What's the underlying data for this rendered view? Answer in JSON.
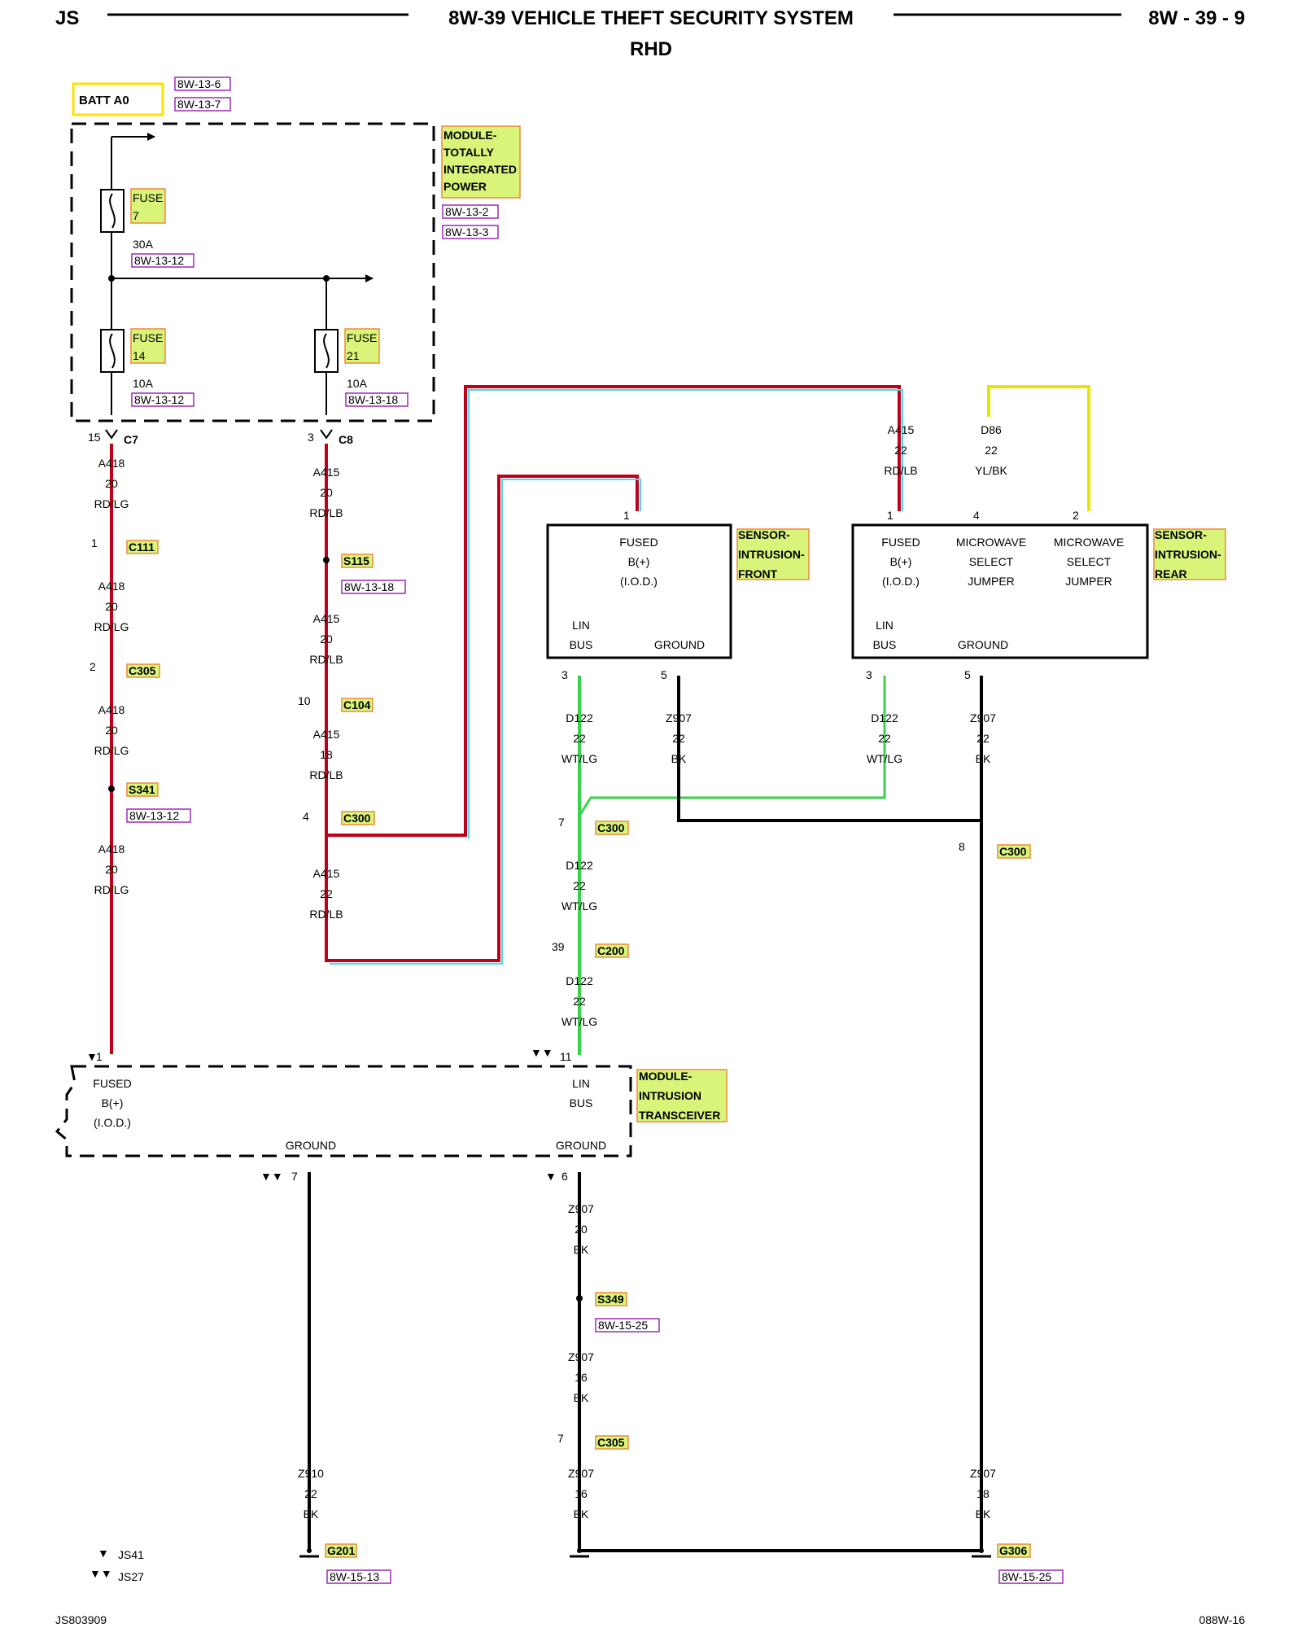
{
  "header": {
    "left": "JS",
    "title": "8W-39 VEHICLE THEFT SECURITY SYSTEM",
    "subtitle": "RHD",
    "right": "8W - 39 - 9"
  },
  "footer": {
    "left": "JS803909",
    "right": "088W-16"
  },
  "legend": [
    {
      "symbol": "▼",
      "text": "JS41"
    },
    {
      "symbol": "▼▼",
      "text": "JS27"
    }
  ],
  "power": {
    "batt": "BATT A0",
    "batt_refs": [
      "8W-13-6",
      "8W-13-7"
    ],
    "tipm_label": [
      "MODULE-",
      "TOTALLY",
      "INTEGRATED",
      "POWER"
    ],
    "tipm_refs": [
      "8W-13-2",
      "8W-13-3"
    ],
    "fuse7": {
      "name": [
        "FUSE",
        "7"
      ],
      "rating": "30A",
      "ref": "8W-13-12"
    },
    "fuse14": {
      "name": [
        "FUSE",
        "14"
      ],
      "rating": "10A",
      "ref": "8W-13-12"
    },
    "fuse21": {
      "name": [
        "FUSE",
        "21"
      ],
      "rating": "10A",
      "ref": "8W-13-18"
    }
  },
  "connectors": {
    "c7": {
      "name": "C7",
      "pin": "15"
    },
    "c8": {
      "name": "C8",
      "pin": "3"
    },
    "c111": {
      "name": "C111",
      "pin": "1"
    },
    "c305a": {
      "name": "C305",
      "pin": "2"
    },
    "s341": {
      "name": "S341",
      "ref": "8W-13-12"
    },
    "s115": {
      "name": "S115",
      "ref": "8W-13-18"
    },
    "c104": {
      "name": "C104",
      "pin": "10"
    },
    "c300a": {
      "name": "C300",
      "pin": "4"
    },
    "c300b": {
      "name": "C300",
      "pin": "7"
    },
    "c300c": {
      "name": "C300",
      "pin": "8"
    },
    "c200": {
      "name": "C200",
      "pin": "39"
    },
    "s349": {
      "name": "S349",
      "ref": "8W-15-25"
    },
    "c305b": {
      "name": "C305",
      "pin": "7"
    }
  },
  "wires": {
    "a418_1": [
      "A418",
      "20",
      "RD/LG"
    ],
    "a418_2": [
      "A418",
      "20",
      "RD/LG"
    ],
    "a418_3": [
      "A418",
      "20",
      "RD/LG"
    ],
    "a418_4": [
      "A418",
      "20",
      "RD/LG"
    ],
    "a415_1": [
      "A415",
      "20",
      "RD/LB"
    ],
    "a415_2": [
      "A415",
      "20",
      "RD/LB"
    ],
    "a415_3": [
      "A415",
      "18",
      "RD/LB"
    ],
    "a415_4": [
      "A415",
      "22",
      "RD/LB"
    ],
    "a415_rear": [
      "A415",
      "22",
      "RD/LB"
    ],
    "d86": [
      "D86",
      "22",
      "YL/BK"
    ],
    "d122_front": [
      "D122",
      "22",
      "WT/LG"
    ],
    "z907_front": [
      "Z907",
      "22",
      "BK"
    ],
    "d122_rear": [
      "D122",
      "22",
      "WT/LG"
    ],
    "z907_rear": [
      "Z907",
      "22",
      "BK"
    ],
    "d122_b": [
      "D122",
      "22",
      "WT/LG"
    ],
    "d122_c": [
      "D122",
      "22",
      "WT/LG"
    ],
    "z907_a": [
      "Z907",
      "20",
      "BK"
    ],
    "z907_b": [
      "Z907",
      "16",
      "BK"
    ],
    "z907_c": [
      "Z907",
      "16",
      "BK"
    ],
    "z910": [
      "Z910",
      "22",
      "BK"
    ],
    "z907_d": [
      "Z907",
      "18",
      "BK"
    ]
  },
  "sensor_front": {
    "label": [
      "SENSOR-",
      "INTRUSION-",
      "FRONT"
    ],
    "fused": [
      "FUSED",
      "B(+)",
      "(I.O.D.)"
    ],
    "lin": [
      "LIN",
      "BUS"
    ],
    "ground": "GROUND",
    "pins": {
      "fused": "1",
      "lin": "3",
      "ground": "5"
    }
  },
  "sensor_rear": {
    "label": [
      "SENSOR-",
      "INTRUSION-",
      "REAR"
    ],
    "fused": [
      "FUSED",
      "B(+)",
      "(I.O.D.)"
    ],
    "mw1": [
      "MICROWAVE",
      "SELECT",
      "JUMPER"
    ],
    "mw2": [
      "MICROWAVE",
      "SELECT",
      "JUMPER"
    ],
    "lin": [
      "LIN",
      "BUS"
    ],
    "ground": "GROUND",
    "pins": {
      "fused": "1",
      "mw1": "4",
      "mw2": "2",
      "lin": "3",
      "ground": "5"
    }
  },
  "transceiver": {
    "label": [
      "MODULE-",
      "INTRUSION",
      "TRANSCEIVER"
    ],
    "fused": [
      "FUSED",
      "B(+)",
      "(I.O.D.)"
    ],
    "lin": [
      "LIN",
      "BUS"
    ],
    "ground1": "GROUND",
    "ground2": "GROUND",
    "pins": {
      "fused": "1",
      "lin": "11",
      "ground1": "7",
      "ground2": "6"
    }
  },
  "grounds": {
    "g201": {
      "name": "G201",
      "ref": "8W-15-13"
    },
    "g306": {
      "name": "G306",
      "ref": "8W-15-25"
    }
  },
  "colors": {
    "power_wire": "#c0001a",
    "lin_wire": "#37d24a",
    "ground_wire": "#000000",
    "jumper_wire": "#e6e600",
    "tag_fill": "#d8f57a",
    "tag_border": "#f0883c",
    "ref_border": "#9a2ab8"
  }
}
